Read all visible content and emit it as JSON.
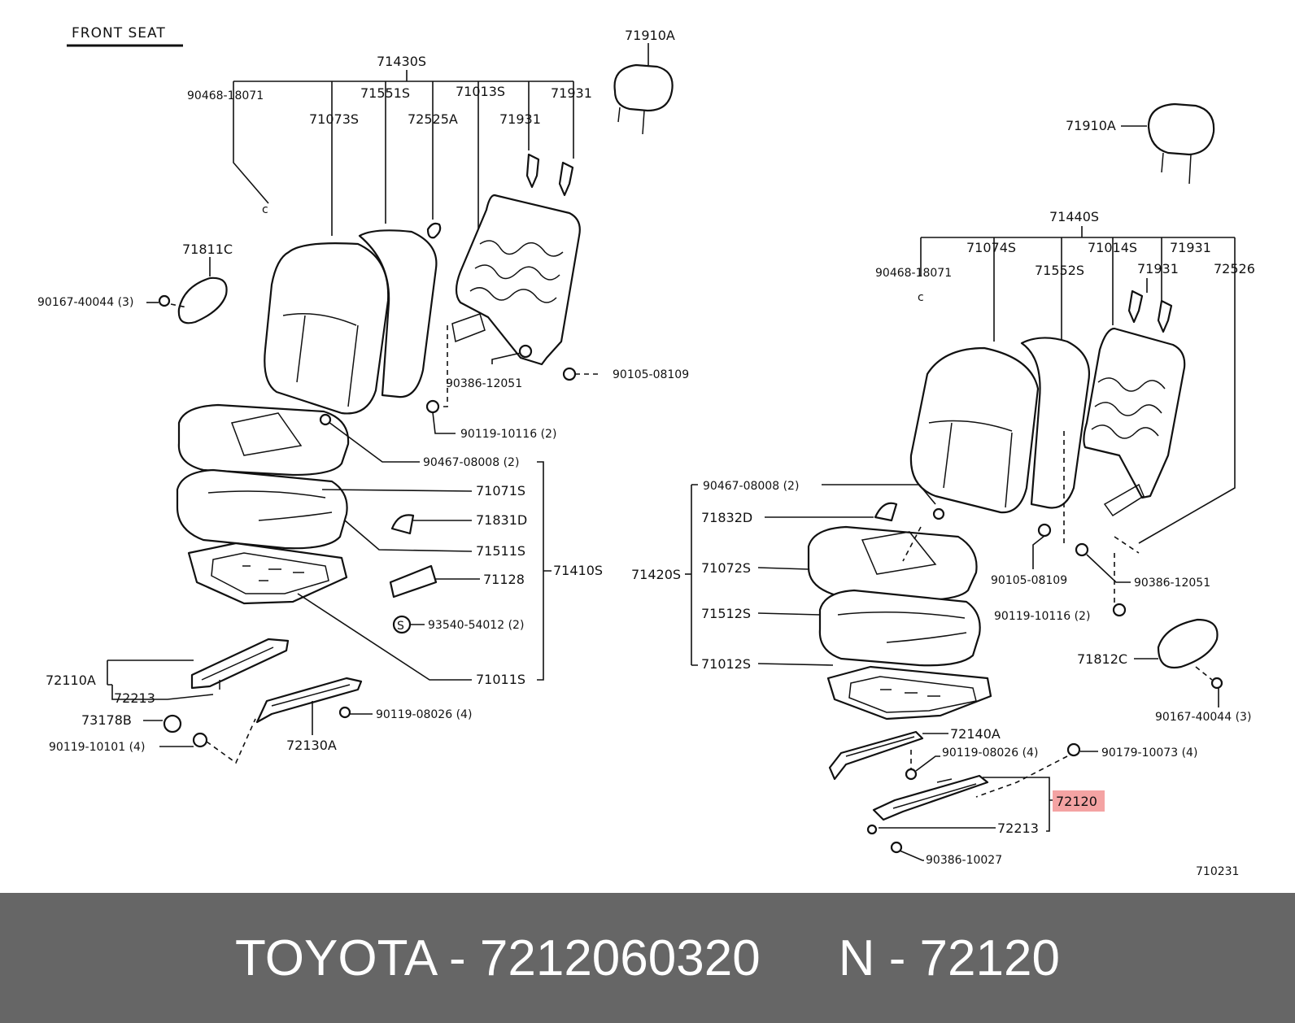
{
  "diagram": {
    "title": "FRONT SEAT",
    "code": "710231",
    "highlight_color": "#f4a3a3",
    "labels": {
      "l71910a": "71910A",
      "l71430s": "71430S",
      "l90468a": "90468-18071",
      "l71073s": "71073S",
      "l71551s": "71551S",
      "l71013s": "71013S",
      "l71931a": "71931",
      "l72525a": "72525A",
      "l71931b": "71931",
      "l71811c": "71811C",
      "l90167a": "90167-40044 (3)",
      "l90386a": "90386-12051",
      "l90105a": "90105-08109",
      "l90119a": "90119-10116 (2)",
      "l90467a": "90467-08008 (2)",
      "l71071s": "71071S",
      "l71831d": "71831D",
      "l71511s": "71511S",
      "l71128": "71128",
      "l71410s": "71410S",
      "l93540": "93540-54012 (2)",
      "l71011s": "71011S",
      "l72110a": "72110A",
      "l72213a": "72213",
      "l73178b": "73178B",
      "l90119b": "90119-10101 (4)",
      "l90119c": "90119-08026 (4)",
      "l72130a": "72130A",
      "r71910a": "71910A",
      "l71440s": "71440S",
      "l71074s": "71074S",
      "l71014s": "71014S",
      "l71931c": "71931",
      "l90468b": "90468-18071",
      "l71552s": "71552S",
      "l71931d": "71931",
      "l72526": "72526",
      "l90467b": "90467-08008 (2)",
      "l71832d": "71832D",
      "l71420s": "71420S",
      "l71072s": "71072S",
      "l71512s": "71512S",
      "l71012s": "71012S",
      "l90105b": "90105-08109",
      "l90386b": "90386-12051",
      "l90119d": "90119-10116 (2)",
      "l71812c": "71812C",
      "l90167b": "90167-40044 (3)",
      "l72140a": "72140A",
      "l90119e": "90119-08026 (4)",
      "l90179": "90179-10073 (4)",
      "l72120": "72120",
      "l72213b": "72213",
      "l90386c": "90386-10027"
    }
  },
  "footer": {
    "part_number": "TOYOTA - 7212060320",
    "ref_number": "N - 72120",
    "background": "#666666"
  }
}
